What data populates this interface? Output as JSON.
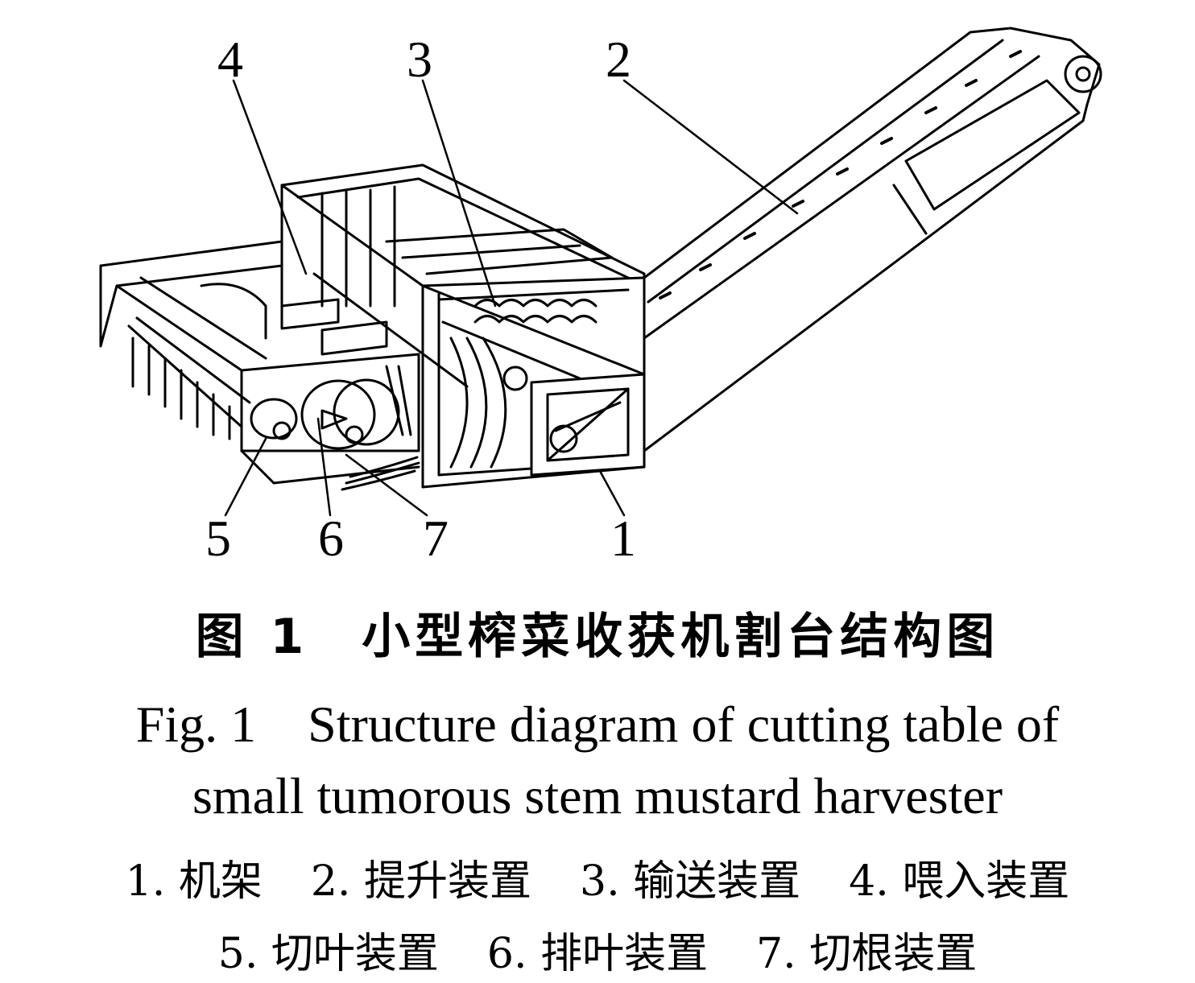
{
  "callouts": [
    "1",
    "2",
    "3",
    "4",
    "5",
    "6",
    "7"
  ],
  "caption": {
    "cn": "图 1　小型榨菜收获机割台结构图",
    "en_line1": "Fig. 1　Structure diagram of cutting table of",
    "en_line2": "small tumorous stem mustard harvester"
  },
  "legend": [
    "1. 机架",
    "2. 提升装置",
    "3. 输送装置",
    "4. 喂入装置",
    "5. 切叶装置",
    "6. 排叶装置",
    "7. 切根装置"
  ]
}
